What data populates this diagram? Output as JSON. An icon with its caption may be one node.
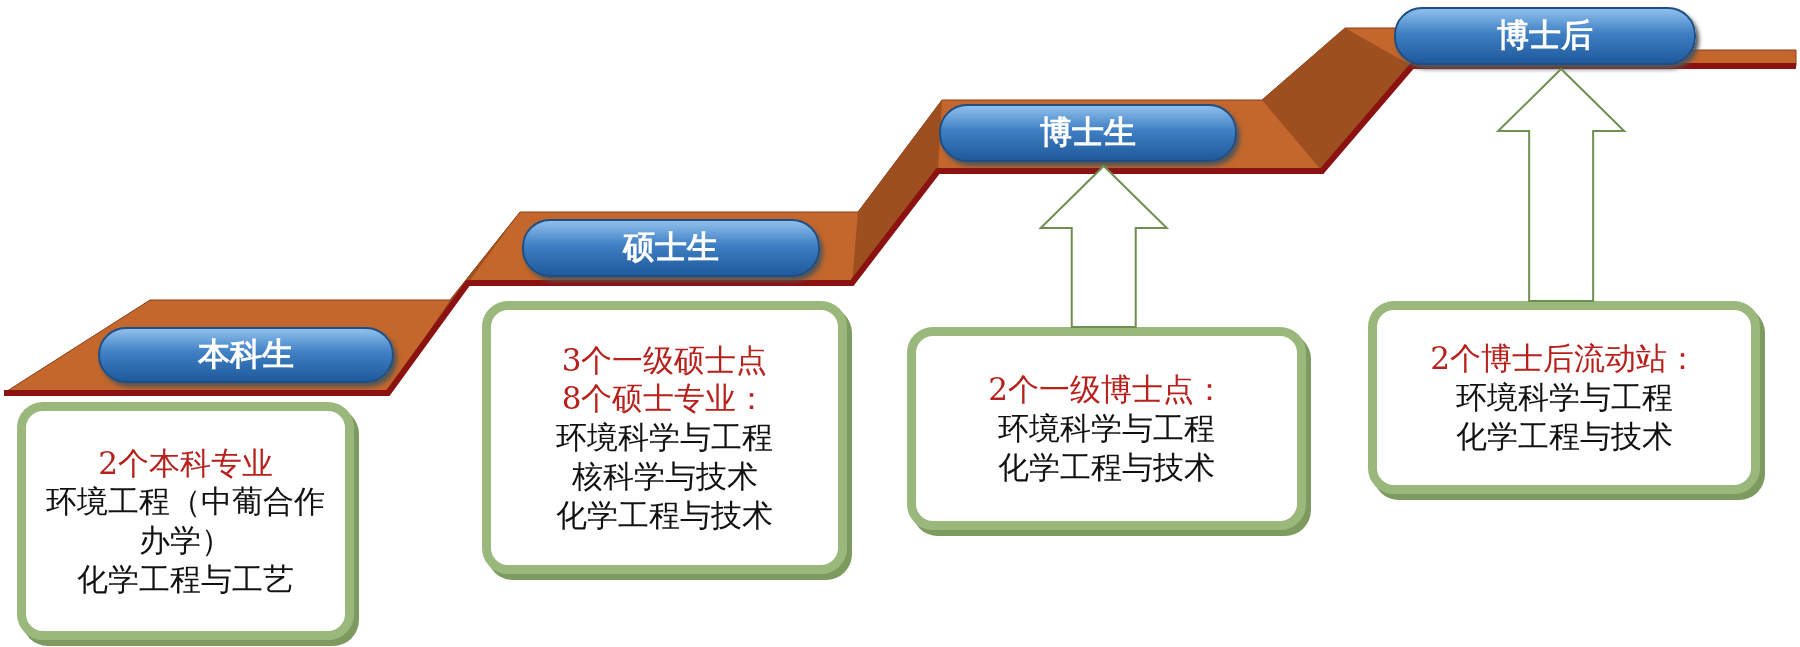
{
  "diagram": {
    "nodes": [
      {
        "text": [
          "本科生"
        ]
      },
      {
        "text": [
          "2个本科专业",
          "环境工程（中葡合作办学）",
          "化学工程与工艺"
        ]
      },
      {
        "text": [
          "硕士生"
        ]
      },
      {
        "text": [
          "3个一级硕士点",
          "8个硕士专业：",
          "环境科学与工程",
          "核科学与技术",
          "化学工程与技术"
        ]
      },
      {
        "text": [
          "博士生"
        ]
      },
      {
        "text": [
          "2个一级博士点：",
          "环境科学与工程",
          "化学工程与技术"
        ]
      },
      {
        "text": [
          "博士后"
        ]
      },
      {
        "text": [
          "2个博士后流动站：",
          "环境科学与工程",
          "化学工程与技术"
        ]
      }
    ],
    "edges": [
      {
        "from": 5,
        "to": 4,
        "arrow": "to"
      },
      {
        "from": 7,
        "to": 6,
        "arrow": "to"
      }
    ]
  }
}
